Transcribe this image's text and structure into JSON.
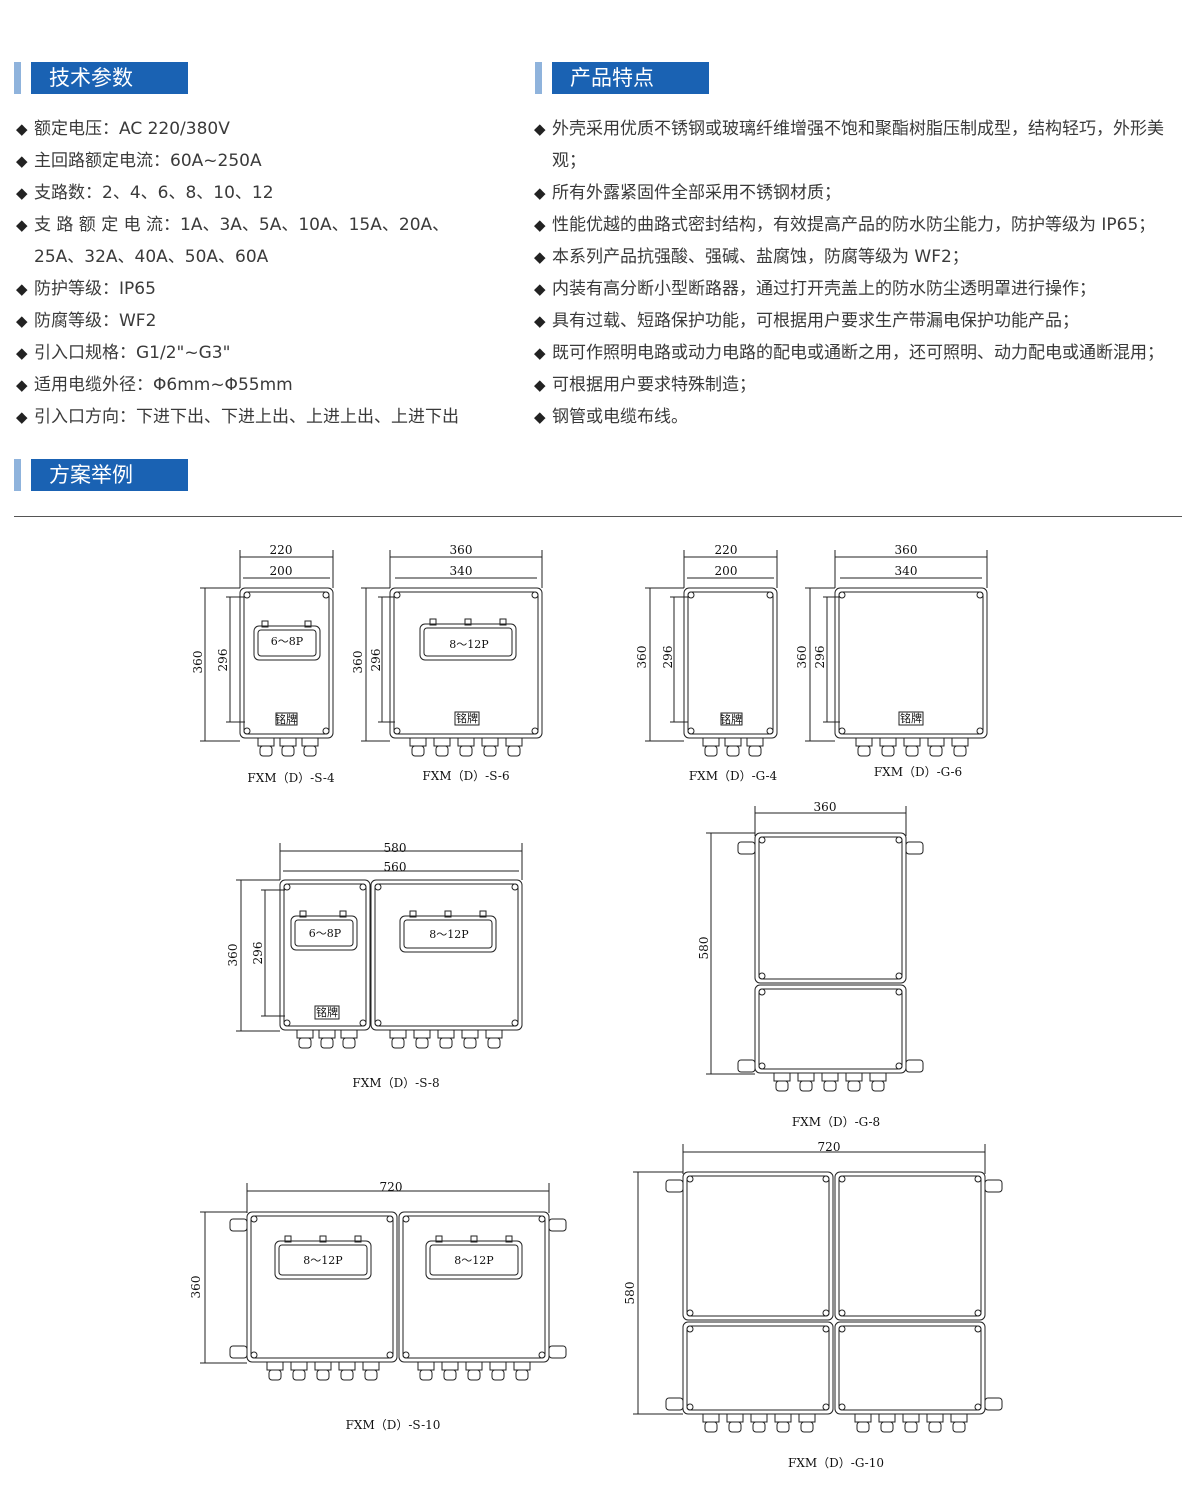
{
  "sections": {
    "tech": {
      "title": "技术参数"
    },
    "features": {
      "title": "产品特点"
    },
    "schemes": {
      "title": "方案举例"
    }
  },
  "tech_params": [
    "额定电压：AC 220/380V",
    "主回路额定电流：60A~250A",
    "支路数：2、4、6、8、10、12",
    "支 路 额 定 电 流：1A、3A、5A、10A、15A、20A、25A、32A、40A、50A、60A",
    "防护等级：IP65",
    "防腐等级：WF2",
    "引入口规格：G1/2\"~G3\"",
    "适用电缆外径：Φ6mm~Φ55mm",
    "引入口方向：下进下出、下进上出、上进上出、上进下出"
  ],
  "features": [
    "外壳采用优质不锈钢或玻璃纤维增强不饱和聚酯树脂压制成型，结构轻巧，外形美观；",
    "所有外露紧固件全部采用不锈钢材质；",
    "性能优越的曲路式密封结构，有效提高产品的防水防尘能力，防护等级为 IP65；",
    "本系列产品抗强酸、强碱、盐腐蚀，防腐等级为 WF2；",
    "内装有高分断小型断路器，通过打开壳盖上的防水防尘透明罩进行操作；",
    "具有过载、短路保护功能，可根据用户要求生产带漏电保护功能产品；",
    "既可作照明电路或动力电路的配电或通断之用，还可照明、动力配电或通断混用；",
    "可根据用户要求特殊制造；",
    "钢管或电缆布线。"
  ],
  "drawings": {
    "s4": {
      "caption": "FXM（D）-S-4",
      "w_outer": "220",
      "w_inner": "200",
      "h_outer": "360",
      "h_inner": "296",
      "window": "6～8P",
      "nameplate": "铭牌"
    },
    "s6": {
      "caption": "FXM（D）-S-6",
      "w_outer": "360",
      "w_inner": "340",
      "h_outer": "360",
      "h_inner": "296",
      "window": "8～12P",
      "nameplate": "铭牌"
    },
    "g4": {
      "caption": "FXM（D）-G-4",
      "w_outer": "220",
      "w_inner": "200",
      "h_outer": "360",
      "h_inner": "296",
      "nameplate": "铭牌"
    },
    "g6": {
      "caption": "FXM（D）-G-6",
      "w_outer": "360",
      "w_inner": "340",
      "h_outer": "360",
      "h_inner": "296",
      "nameplate": "铭牌"
    },
    "s8": {
      "caption": "FXM（D）-S-8",
      "w_outer": "580",
      "w_inner": "560",
      "h_outer": "360",
      "h_inner": "296",
      "window_a": "6～8P",
      "window_b": "8～12P",
      "nameplate": "铭牌"
    },
    "g8": {
      "caption": "FXM（D）-G-8",
      "w_outer": "360",
      "h_outer": "580"
    },
    "s10": {
      "caption": "FXM（D）-S-10",
      "w_outer": "720",
      "h_outer": "360",
      "window_a": "8～12P",
      "window_b": "8～12P"
    },
    "g10": {
      "caption": "FXM（D）-G-10",
      "w_outer": "720",
      "h_outer": "580"
    }
  },
  "colors": {
    "accent": "#1a62b3",
    "accent_light": "#8fb3dc"
  }
}
